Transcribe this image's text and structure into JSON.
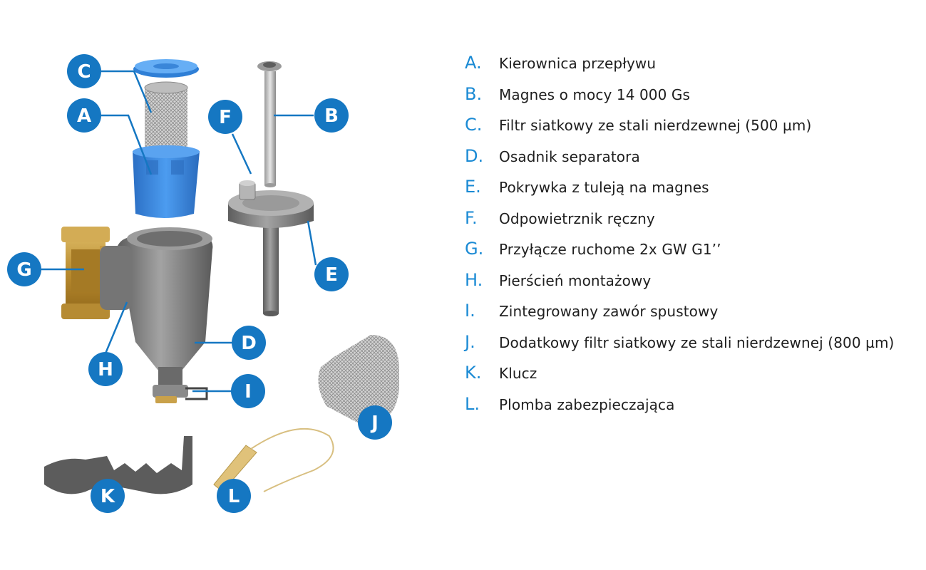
{
  "colors": {
    "accent": "#1a8ad4",
    "badge": "#1577c2",
    "part_blue": "#3d8fe0",
    "part_grey": "#8a8a8a",
    "brass": "#c9a14a",
    "text": "#1e1e1e"
  },
  "legend": [
    {
      "letter": "A.",
      "text": "Kierownica przepływu"
    },
    {
      "letter": "B.",
      "text": "Magnes o mocy 14 000 Gs"
    },
    {
      "letter": "C.",
      "text": "Filtr siatkowy ze stali nierdzewnej (500 µm)"
    },
    {
      "letter": "D.",
      "text": "Osadnik separatora"
    },
    {
      "letter": "E.",
      "text": "Pokrywka z tuleją na magnes"
    },
    {
      "letter": "F.",
      "text": "Odpowietrznik ręczny"
    },
    {
      "letter": "G.",
      "text": "Przyłącze ruchome 2x GW G1’’"
    },
    {
      "letter": "H.",
      "text": "Pierścień montażowy"
    },
    {
      "letter": "I.",
      "text": "Zintegrowany zawór spustowy"
    },
    {
      "letter": "J.",
      "text": "Dodatkowy filtr siatkowy ze stali nierdzewnej (800 µm)"
    },
    {
      "letter": "K.",
      "text": "Klucz"
    },
    {
      "letter": "L.",
      "text": "Plomba zabezpieczająca"
    }
  ],
  "badges": {
    "A": "A",
    "B": "B",
    "C": "C",
    "D": "D",
    "E": "E",
    "F": "F",
    "G": "G",
    "H": "H",
    "I": "I",
    "J": "J",
    "K": "K",
    "L": "L"
  }
}
